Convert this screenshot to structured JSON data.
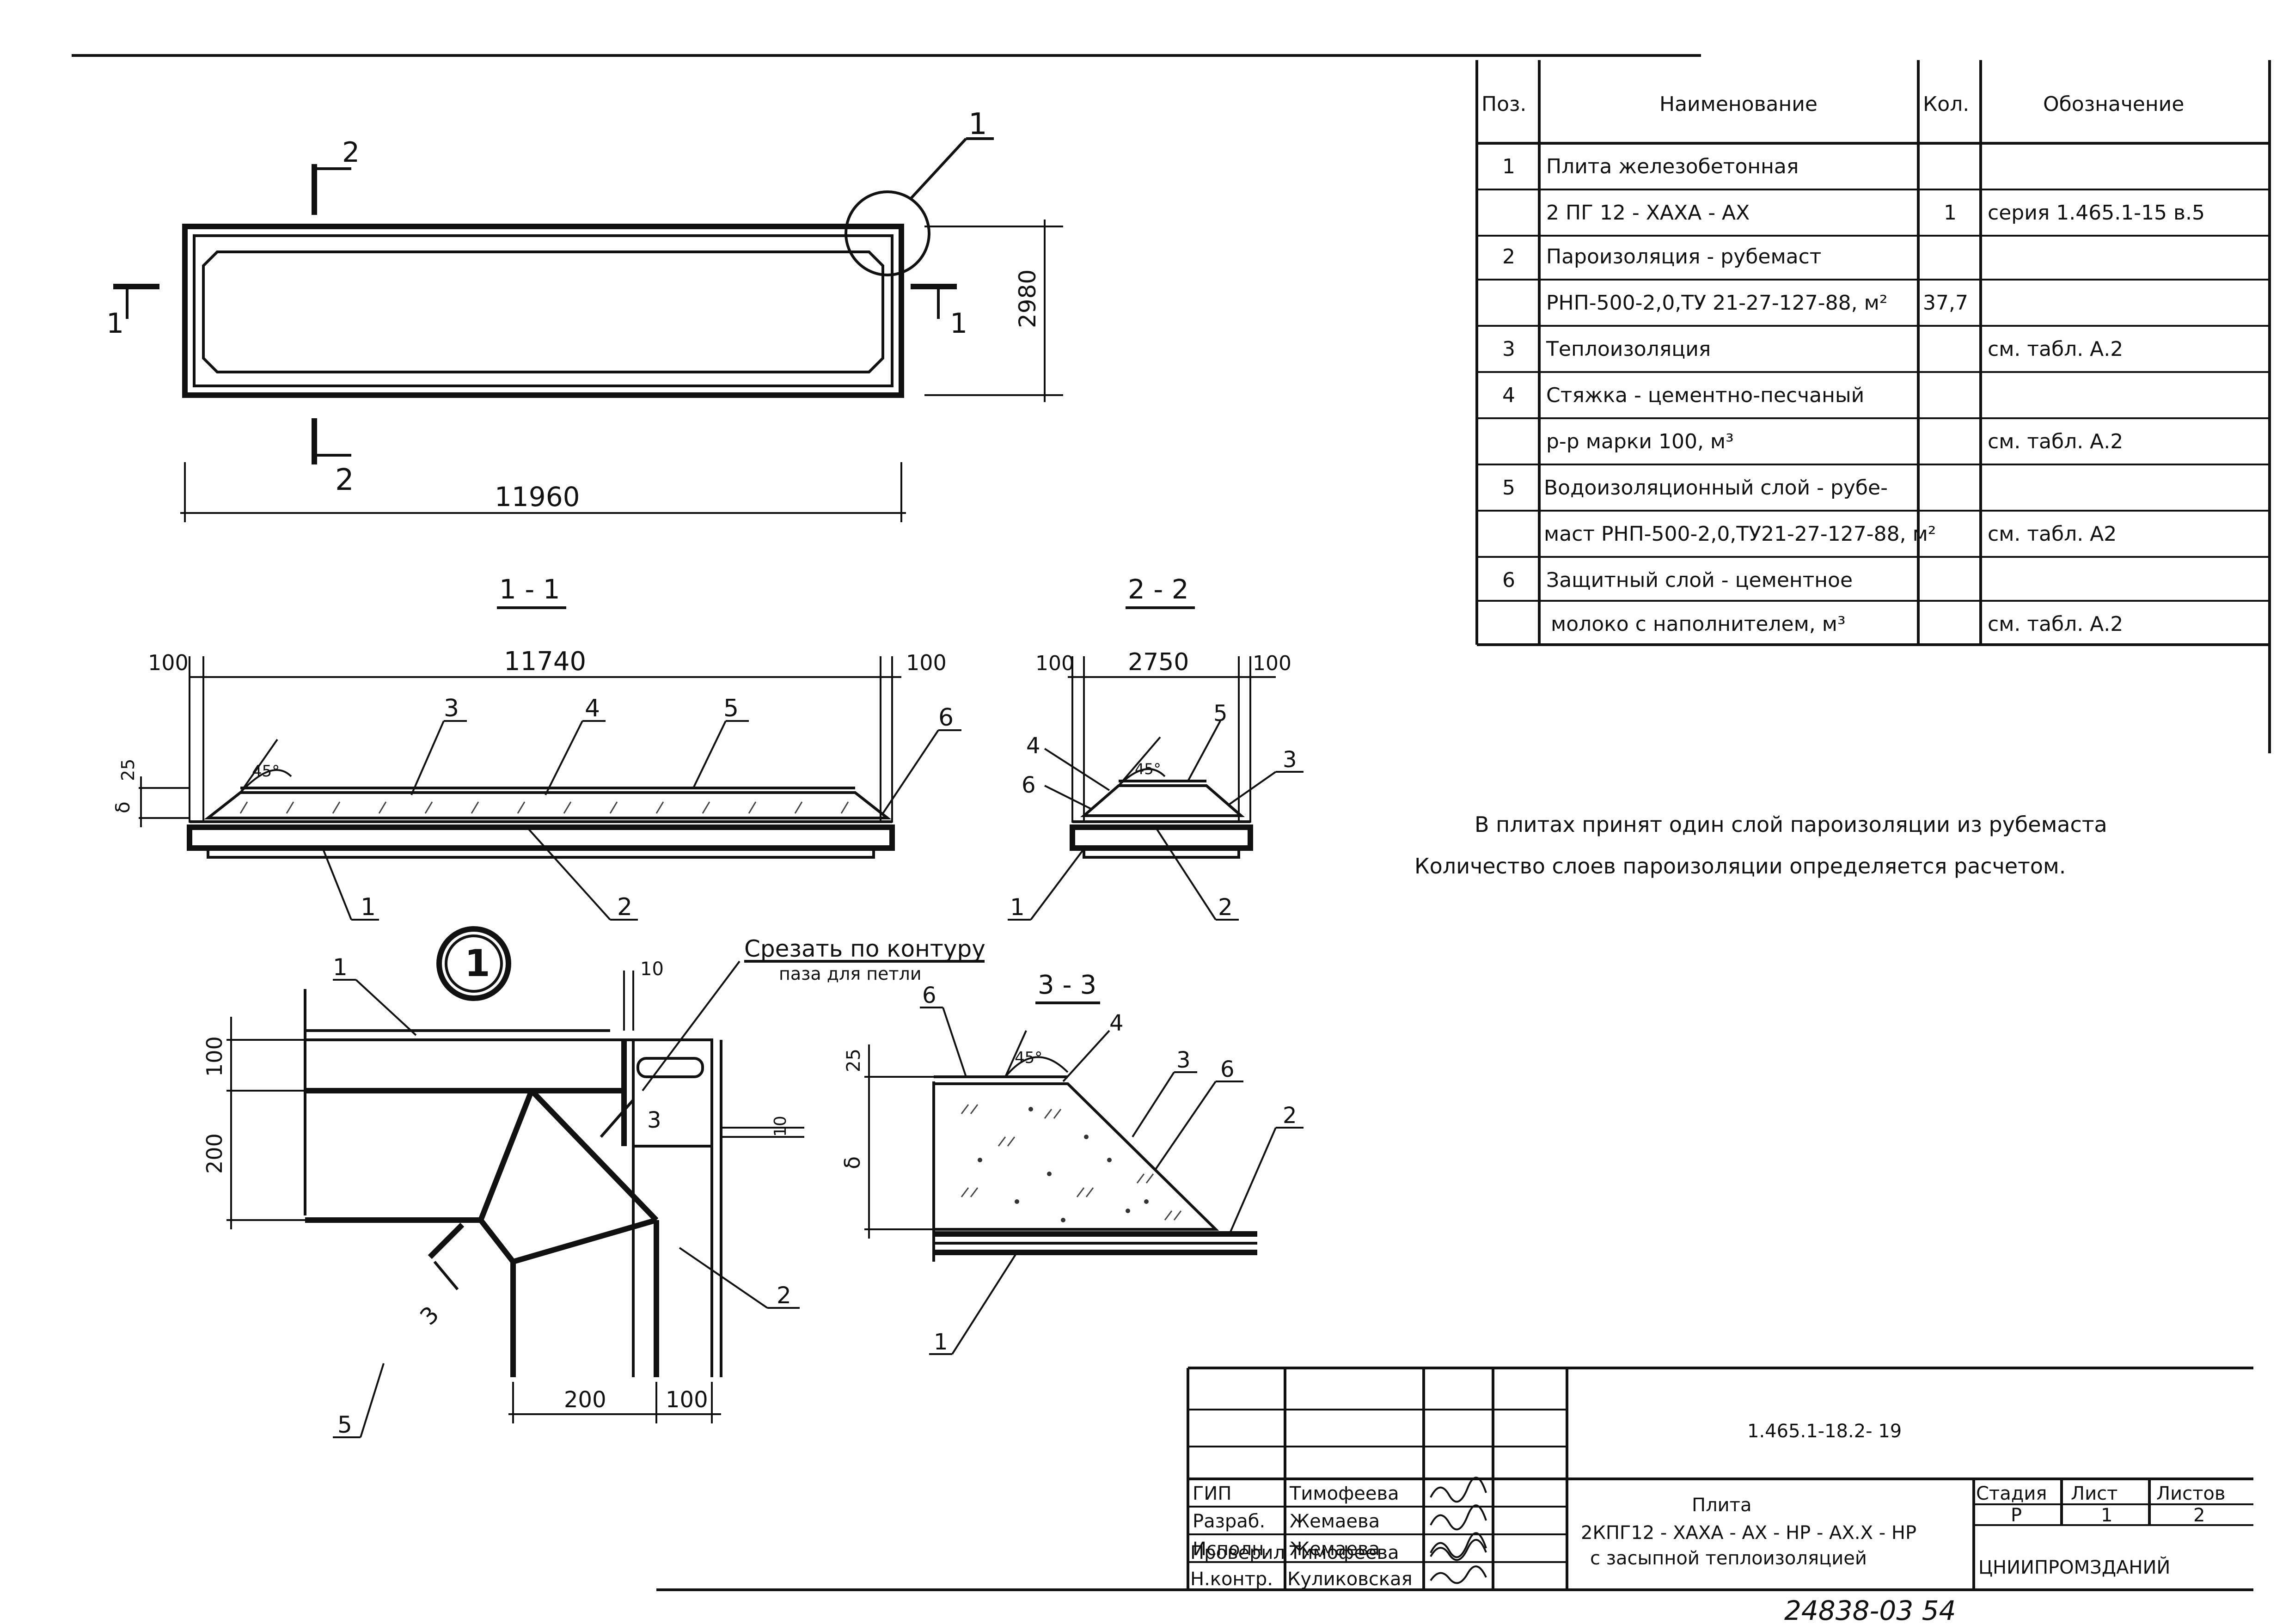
{
  "spec_table": {
    "headers": {
      "pos": "Поз.",
      "name": "Наименование",
      "qty": "Кол.",
      "designation": "Обозначение"
    },
    "rows": [
      {
        "pos": "1",
        "name": "Плита железобетонная",
        "qty": "",
        "designation": ""
      },
      {
        "pos": "",
        "name": "2 ПГ 12 - XAXA - AX",
        "qty": "1",
        "designation": "серия 1.465.1-15 в.5"
      },
      {
        "pos": "2",
        "name": "Пароизоляция - рубемаст",
        "qty": "",
        "designation": ""
      },
      {
        "pos": "",
        "name": "РНП-500-2,0,ТУ 21-27-127-88,   м²",
        "qty": "37,7",
        "designation": ""
      },
      {
        "pos": "3",
        "name": "Теплоизоляция",
        "qty": "",
        "designation": "см. табл. А.2"
      },
      {
        "pos": "4",
        "name": "Стяжка - цементно-песчаный",
        "qty": "",
        "designation": ""
      },
      {
        "pos": "",
        "name": "р-р марки 100,              м³",
        "qty": "",
        "designation": "см. табл. А.2"
      },
      {
        "pos": "5",
        "name": "Водоизоляционный слой - рубе-",
        "qty": "",
        "designation": ""
      },
      {
        "pos": "",
        "name": "маст РНП-500-2,0,ТУ21-27-127-88, м²",
        "qty": "",
        "designation": "см. табл. А2"
      },
      {
        "pos": "6",
        "name": "Защитный слой - цементное",
        "qty": "",
        "designation": ""
      },
      {
        "pos": "",
        "name": "молоко с наполнителем, м³",
        "qty": "",
        "designation": "см. табл. А.2"
      }
    ]
  },
  "note": {
    "line1": "В плитах принят один слой пароизоляции из рубемаста",
    "line2": "Количество слоев пароизоляции определяется расчетом."
  },
  "plan_view": {
    "length": "11960",
    "width": "2980",
    "section_1_mark": "1",
    "section_2_mark": "2",
    "callout_mark": "1"
  },
  "section_1_1": {
    "title": "1 - 1",
    "dim_total": "11740",
    "dim_left": "100",
    "dim_right": "100",
    "dim_25": "25",
    "delta": "δ",
    "angle": "45°",
    "labels": [
      "3",
      "4",
      "5",
      "6",
      "1",
      "2"
    ]
  },
  "section_2_2": {
    "title": "2 - 2",
    "dim_total": "2750",
    "dim_left": "100",
    "dim_right": "100",
    "angle": "45°",
    "labels": [
      "4",
      "6",
      "5",
      "3",
      "1",
      "2"
    ]
  },
  "detail_1": {
    "title": "1",
    "cut_note_1": "Срезать по контуру",
    "cut_note_2": "паза для петли",
    "dim_100_top": "100",
    "dim_200_left": "200",
    "dim_10_top": "10",
    "dim_10_right": "10",
    "dim_200_bottom": "200",
    "dim_100_bottom": "100",
    "section_mark": "3",
    "labels": [
      "1",
      "2",
      "5"
    ]
  },
  "section_3_3": {
    "title": "3 - 3",
    "dim_25": "25",
    "delta": "δ",
    "angle": "45°",
    "labels": [
      "6",
      "4",
      "3",
      "6",
      "2",
      "1"
    ]
  },
  "title_block": {
    "doc_code": "1.465.1-18.2- 19",
    "title_line1": "Плита",
    "title_line2": "2КПГ12 - XAXA - AX - НР - AX.X - НР",
    "title_line3": "с засыпной теплоизоляцией",
    "stage_header": "Стадия",
    "sheet_header": "Лист",
    "sheets_header": "Листов",
    "stage": "Р",
    "sheet": "1",
    "sheets": "2",
    "org": "ЦНИИПРОМЗДАНИЙ",
    "staff": [
      {
        "role": "ГИП",
        "name": "Тимофеева"
      },
      {
        "role": "Разраб.",
        "name": "Жемаева"
      },
      {
        "role": "Исполн.",
        "name": "Жемаева"
      },
      {
        "role": "Проверил",
        "name": "Тимофеева"
      },
      {
        "role": "Н.контр.",
        "name": "Куликовская"
      }
    ]
  },
  "footer_code": "24838-03  54"
}
